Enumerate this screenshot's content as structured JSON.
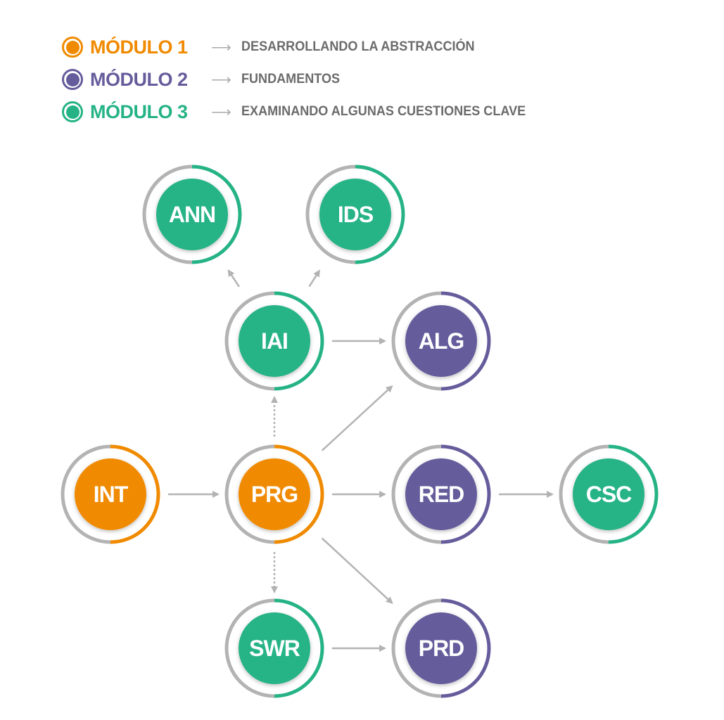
{
  "colors": {
    "module1": "#f08a00",
    "module2": "#655c9c",
    "module3": "#25b386",
    "ring_gray": "#b3b3b3",
    "edge": "#b3b3b3"
  },
  "legend": [
    {
      "module": "MÓDULO 1",
      "description": "DESARROLLANDO LA ABSTRACCIÓN",
      "color_key": "module1"
    },
    {
      "module": "MÓDULO 2",
      "description": "FUNDAMENTOS",
      "color_key": "module2"
    },
    {
      "module": "MÓDULO 3",
      "description": "EXAMINANDO ALGUNAS CUESTIONES CLAVE",
      "color_key": "module3"
    }
  ],
  "nodes": [
    {
      "id": "ANN",
      "label": "ANN",
      "module": 3
    },
    {
      "id": "IDS",
      "label": "IDS",
      "module": 3
    },
    {
      "id": "IAI",
      "label": "IAI",
      "module": 3
    },
    {
      "id": "ALG",
      "label": "ALG",
      "module": 2
    },
    {
      "id": "INT",
      "label": "INT",
      "module": 1
    },
    {
      "id": "PRG",
      "label": "PRG",
      "module": 1
    },
    {
      "id": "RED",
      "label": "RED",
      "module": 2
    },
    {
      "id": "CSC",
      "label": "CSC",
      "module": 3
    },
    {
      "id": "SWR",
      "label": "SWR",
      "module": 3
    },
    {
      "id": "PRD",
      "label": "PRD",
      "module": 2
    }
  ],
  "edges": [
    {
      "from": "IAI",
      "to": "ANN",
      "style": "solid"
    },
    {
      "from": "IAI",
      "to": "IDS",
      "style": "solid"
    },
    {
      "from": "IAI",
      "to": "ALG",
      "style": "solid"
    },
    {
      "from": "PRG",
      "to": "IAI",
      "style": "dashed"
    },
    {
      "from": "PRG",
      "to": "ALG",
      "style": "solid"
    },
    {
      "from": "INT",
      "to": "PRG",
      "style": "solid"
    },
    {
      "from": "PRG",
      "to": "RED",
      "style": "solid"
    },
    {
      "from": "RED",
      "to": "CSC",
      "style": "solid"
    },
    {
      "from": "PRG",
      "to": "SWR",
      "style": "dashed"
    },
    {
      "from": "PRG",
      "to": "PRD",
      "style": "solid"
    },
    {
      "from": "SWR",
      "to": "PRD",
      "style": "solid"
    }
  ]
}
